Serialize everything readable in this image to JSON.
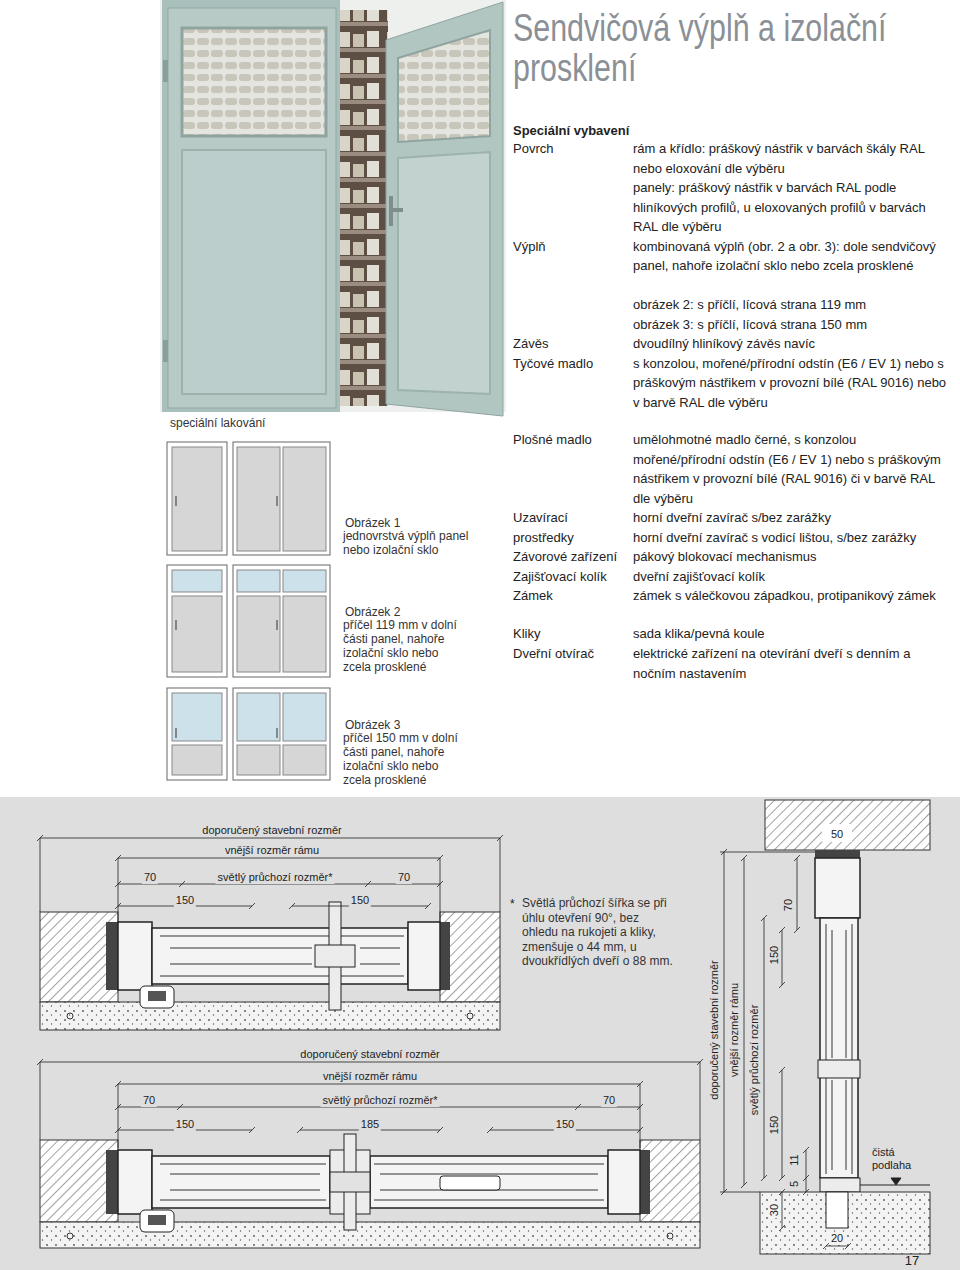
{
  "diagram": {
    "title": "Sendvičová výplň a izolační prosklení",
    "labels": [
      "speciální lakování",
      "Obrázek 1",
      "jednovrstvá výplň panel nebo izolační sklo",
      "Obrázek 2",
      "příčel 119 mm v dolní části panel, nahoře izolační sklo nebo zcela prosklené",
      "Obrázek 3",
      "příčel 150 mm v dolní části panel, nahoře izolační sklo nebo zcela prosklené",
      "Speciální vybavení",
      "Povrch",
      "rám a křídlo: práškový nástřik v barvách škály RAL nebo eloxování dle výběru",
      "panely: práškový nástřik v barvách RAL podle hliníkových profilů, u eloxovaných profilů v barvách RAL dle výběru",
      "Výplň",
      "kombinovaná výplň (obr. 2 a obr. 3): dole sendvičový panel, nahoře izolační sklo nebo zcela prosklené",
      "obrázek 2: s příčlí, lícová strana 119 mm",
      "obrázek 3: s příčlí, lícová strana 150 mm",
      "Závěs",
      "dvoudílný hliníkový závěs navíc",
      "Tyčové madlo",
      "s konzolou, mořené/přírodní odstín (E6 / EV 1) nebo s práškovým nástřikem v provozní bílé (RAL 9016) nebo v barvě RAL dle výběru",
      "Plošné madlo",
      "umělohmotné madlo černé, s konzolou mořené/přírodní odstín (E6 / EV 1) nebo s práškovým nástřikem v provozní bílé (RAL 9016) či v barvě RAL dle výběru",
      "Uzavírací prostředky",
      "horní dveřní zavírač s/bez zarážky",
      "horní dveřní zavírač s vodicí lištou, s/bez zarážky",
      "Závorové zařízení",
      "pákový blokovací mechanismus",
      "Zajišťovací kolík",
      "dveřní zajišťovací kolík",
      "Zámek",
      "zámek s válečkovou západkou, protipanikový zámek",
      "Kliky",
      "sada klika/pevná koule",
      "Dveřní otvírač",
      "elektrické zařízení na otevírání dveří s denním a nočním nastavením",
      "doporučený stavební rozměr",
      "vnější rozměr rámu",
      "70",
      "světlý průchozí rozměr*",
      "70",
      "150",
      "150",
      "*",
      "Světlá průchozí šířka se při úhlu otevření 90°, bez ohledu na rukojeti a kliky, zmenšuje o 44 mm, u dvoukřídlých dveří o 88 mm.",
      "doporučený stavební rozměr",
      "vnější rozměr rámu",
      "70",
      "světlý průchozí rozměr*",
      "70",
      "150",
      "185",
      "150",
      "50",
      "70",
      "150",
      "doporučený stavební rozměr",
      "vnější rozměr rámu",
      "světlý průchozí rozměr",
      "150",
      "11",
      "5",
      "30",
      "20",
      "čistá podlaha",
      "17"
    ]
  }
}
